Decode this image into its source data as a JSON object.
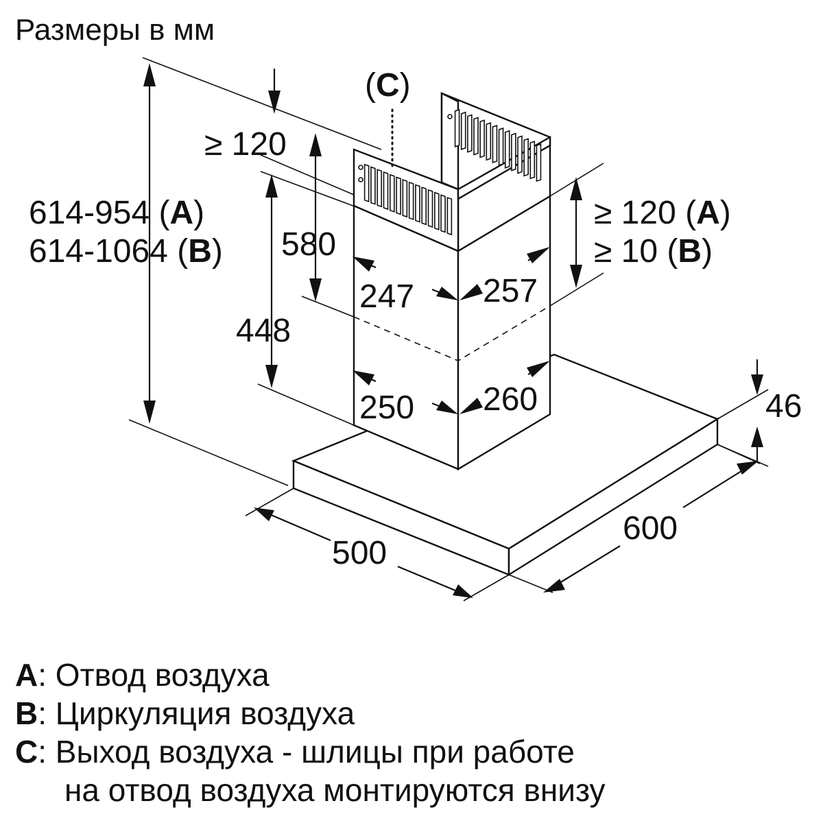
{
  "title": "Размеры в мм",
  "labels": {
    "total_height_a": "614-954",
    "total_height_a_suffix_open": " (",
    "total_height_a_letter": "A",
    "total_height_a_suffix_close": ")",
    "total_height_b": "614-1064",
    "total_height_b_suffix_open": " (",
    "total_height_b_letter": "B",
    "total_height_b_suffix_close": ")",
    "gap_top": "≥ 120",
    "upper_chimney": "580",
    "lower_chimney": "448",
    "side_gap_a": "≥ 120 (",
    "side_gap_a_letter": "A",
    "side_gap_a_close": ")",
    "side_gap_b": "≥ 10 (",
    "side_gap_b_letter": "B",
    "side_gap_b_close": ")",
    "upper_width": "247",
    "upper_depth": "257",
    "lower_width": "250",
    "lower_depth": "260",
    "hood_height": "46",
    "hood_depth": "500",
    "hood_width": "600",
    "outlet_open": "(",
    "outlet_letter": "C",
    "outlet_close": ")"
  },
  "legend": [
    {
      "key": "A",
      "text": ": Отвод воздуха"
    },
    {
      "key": "B",
      "text": ": Циркуляция воздуха"
    },
    {
      "key": "C",
      "text": ": Выход воздуха - шлицы при работе"
    },
    {
      "key": "",
      "text": "на отвод воздуха монтируются внизу"
    }
  ]
}
